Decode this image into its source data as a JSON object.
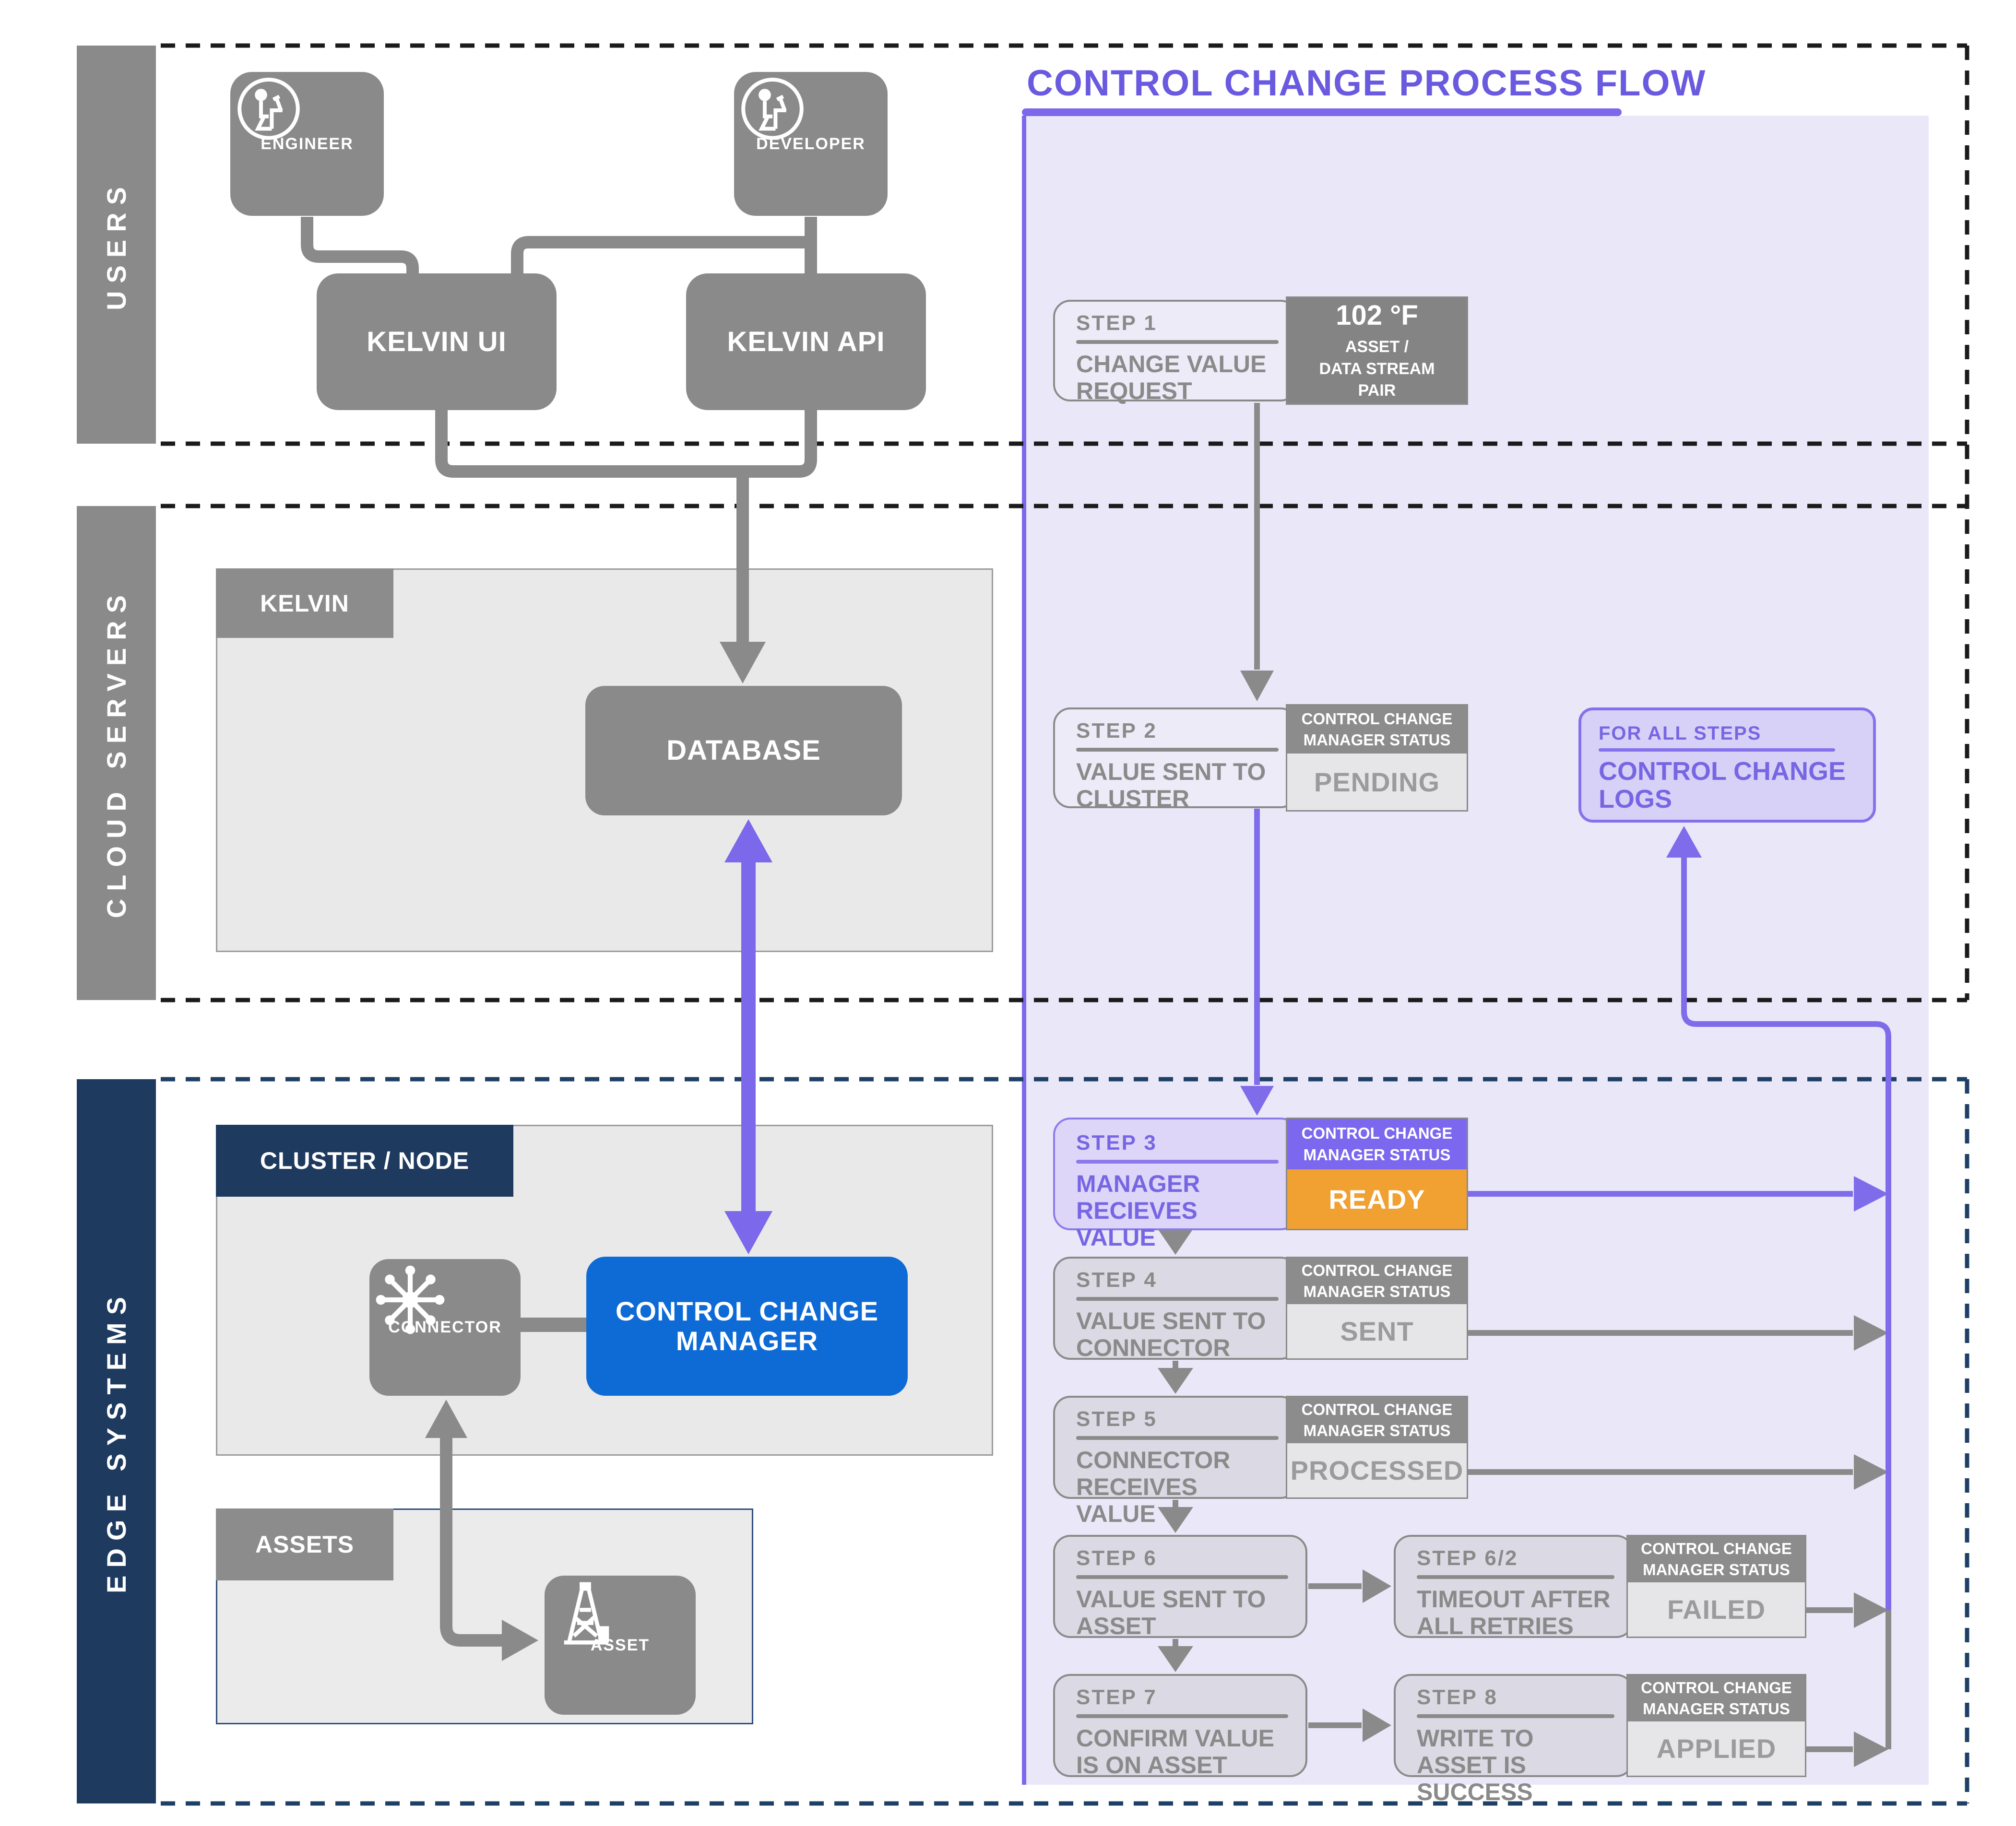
{
  "title": "CONTROL CHANGE PROCESS FLOW",
  "lanes": [
    {
      "label": "USERS"
    },
    {
      "label": "CLOUD SERVERS"
    },
    {
      "label": "EDGE SYSTEMS"
    }
  ],
  "users": {
    "engineer": "ENGINEER",
    "developer": "DEVELOPER",
    "kelvin_ui": "KELVIN UI",
    "kelvin_api": "KELVIN API"
  },
  "cloud": {
    "container": "KELVIN",
    "database": "DATABASE"
  },
  "edge": {
    "container": "CLUSTER / NODE",
    "connector": "CONNECTOR",
    "manager": "CONTROL CHANGE MANAGER",
    "assets_container": "ASSETS",
    "asset": "ASSET"
  },
  "flow": {
    "value_tag": {
      "value": "102 °F",
      "line1": "ASSET /",
      "line2": "DATA STREAM",
      "line3": "PAIR"
    },
    "logs": {
      "label": "FOR ALL STEPS",
      "title": "CONTROL CHANGE LOGS"
    },
    "status_header1": "CONTROL CHANGE",
    "status_header2": "MANAGER STATUS",
    "steps": [
      {
        "label": "STEP 1",
        "title": "CHANGE VALUE REQUEST"
      },
      {
        "label": "STEP 2",
        "title": "VALUE SENT TO CLUSTER",
        "status": "PENDING"
      },
      {
        "label": "STEP 3",
        "title": "MANAGER RECIEVES VALUE",
        "status": "READY"
      },
      {
        "label": "STEP 4",
        "title": "VALUE SENT TO CONNECTOR",
        "status": "SENT"
      },
      {
        "label": "STEP 5",
        "title": "CONNECTOR RECEIVES VALUE",
        "status": "PROCESSED"
      },
      {
        "label": "STEP 6",
        "title": "VALUE SENT TO ASSET"
      },
      {
        "label": "STEP 6/2",
        "title": "TIMEOUT AFTER ALL RETRIES",
        "status": "FAILED"
      },
      {
        "label": "STEP 7",
        "title": "CONFIRM VALUE IS ON ASSET"
      },
      {
        "label": "STEP 8",
        "title": "WRITE TO ASSET IS SUCCESS",
        "status": "APPLIED"
      }
    ]
  },
  "icons": {
    "engineer": "person-at-computer-icon",
    "developer": "person-at-computer-icon",
    "connector": "hub-spoke-icon",
    "asset": "oil-derrick-icon"
  },
  "colors": {
    "accent_purple": "#7b68ea",
    "title_purple": "#6a5ae0",
    "status_ready_orange": "#f0a132",
    "manager_blue": "#0e6bd6",
    "lane_gray": "#8a8a8a",
    "edge_navy": "#1e3a5f",
    "panel_lavender": "#eae8f8",
    "dash_black": "#1b1b1b",
    "dash_navy": "#1f4066"
  }
}
